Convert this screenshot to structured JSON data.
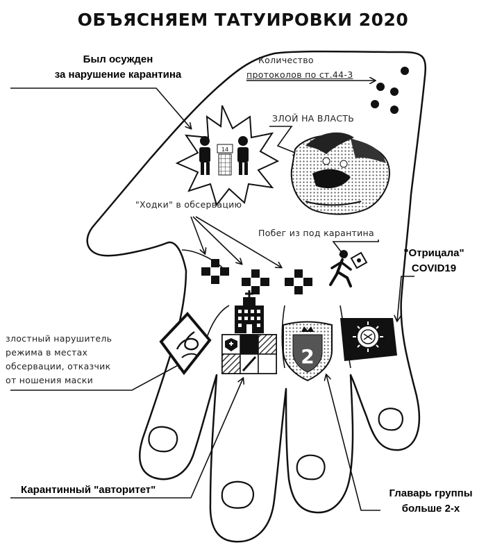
{
  "title": "ОБЪЯСНЯЕМ ТАТУИРОВКИ 2020",
  "labels": {
    "convicted_line1": "Был осужден",
    "convicted_line2": "за нарушение карантина",
    "protocols_line1": "Количество",
    "protocols_line2": "протоколов по ст.44-3",
    "evil": "ЗЛОЙ НА ВЛАСТЬ",
    "walks": "\"Ходки\" в обсервацию",
    "escape": "Побег из под карантина",
    "denier_line1": "\"Отрицала\"",
    "denier_line2": "COVID19",
    "violator_line1": "злостный нарушитель",
    "violator_line2": "режима в местах",
    "violator_line3": "обсервации, отказчик",
    "violator_line4": "от ношения маски",
    "authority": "Карантинный \"авторитет\"",
    "leader_line1": "Главарь группы",
    "leader_line2": "больше 2-х"
  },
  "tattoos": {
    "cell_sign": "14",
    "shield_number": "2"
  },
  "colors": {
    "ink": "#111111",
    "background": "#ffffff",
    "skin": "#ffffff"
  }
}
